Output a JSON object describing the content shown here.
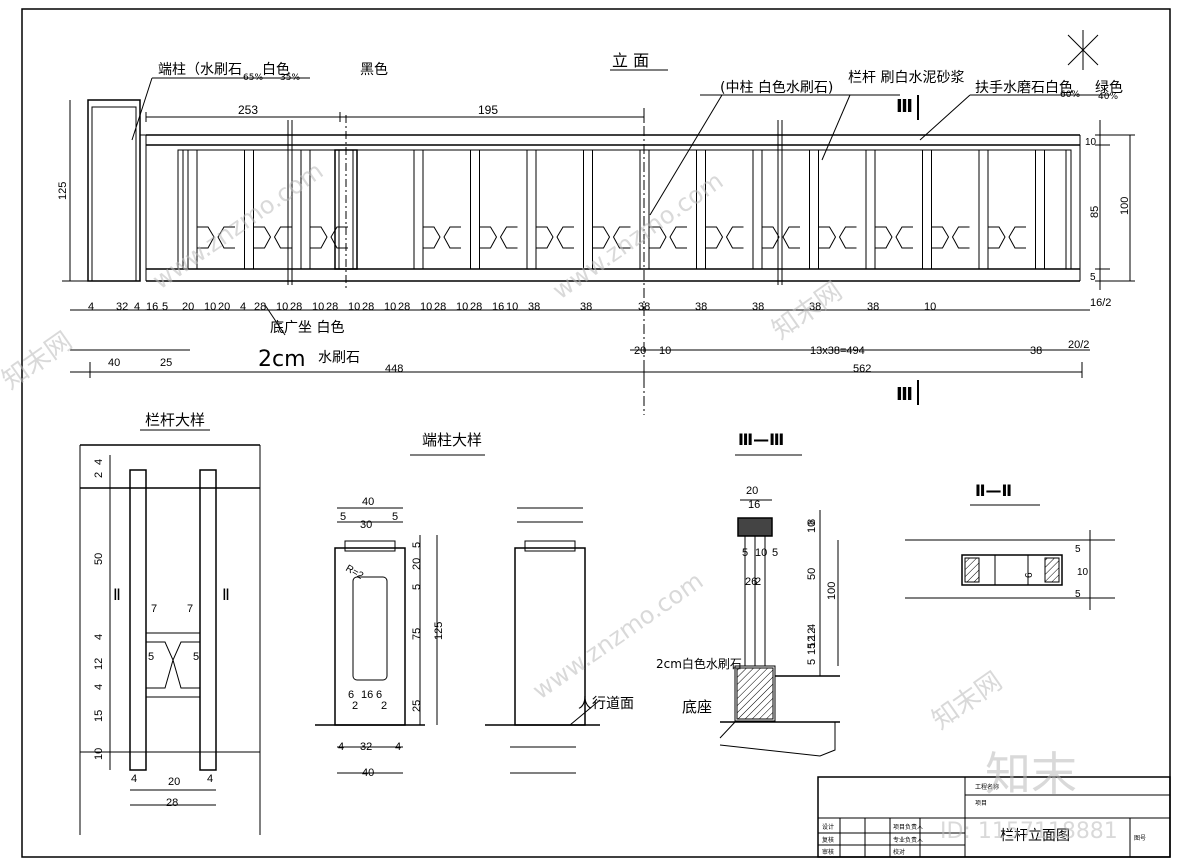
{
  "elevation": {
    "title": "立 面",
    "end_post_label": "端柱（水刷石",
    "end_post_pct1": "65%",
    "end_post_white": "白色",
    "end_post_pct2": "35%",
    "black": "黑色",
    "mid_post_label": "(中柱 白色水刷石)",
    "rail_label": "栏杆 刷白水泥砂浆",
    "handrail_label": "扶手水磨石白色",
    "handrail_pct1": "60%",
    "green": "绿色",
    "handrail_pct2": "40%",
    "section_mark": "Ⅲ",
    "base_label1": "底广坐 白色",
    "base_label2": "2cm",
    "base_label3": "水刷石",
    "dim_253": "253",
    "dim_195": "195",
    "dim_125": "125",
    "dim_10": "10",
    "dim_85": "85",
    "dim_5": "5",
    "dim_100": "100",
    "dim_2": "2",
    "dim_16_2": "16/2",
    "dim_20_2": "20/2",
    "dim_13x38": "13x38=494",
    "dim_38": "38",
    "dim_20": "20",
    "dim_40": "40",
    "dim_25": "25",
    "dim_448": "448",
    "dim_562": "562",
    "dim_row": [
      "4",
      "32",
      "4",
      "16",
      "5",
      "20",
      "10",
      "20",
      "4",
      "28",
      "10",
      "28",
      "10",
      "28",
      "10",
      "28",
      "10",
      "28",
      "10",
      "28",
      "10",
      "28",
      "16",
      "10",
      "38",
      "38",
      "38",
      "38",
      "38",
      "38",
      "38",
      "10"
    ]
  },
  "baluster_detail": {
    "title": "栏杆大样",
    "dims": [
      "4",
      "2",
      "50",
      "4",
      "12",
      "4",
      "15",
      "10",
      "7",
      "7",
      "5",
      "5",
      "4",
      "20",
      "4",
      "28"
    ],
    "section": "Ⅱ"
  },
  "post_detail": {
    "title": "端柱大样",
    "dims_top": [
      "40",
      "5",
      "30",
      "5"
    ],
    "dims_right": [
      "5",
      "20",
      "5",
      "75",
      "125",
      "25"
    ],
    "dims_inner": [
      "6",
      "16",
      "6",
      "2",
      "2"
    ],
    "radius": "R=2",
    "dims_bottom": [
      "4",
      "32",
      "4",
      "40"
    ],
    "sidewalk": "人行道面"
  },
  "section_3": {
    "title": "Ⅲ—Ⅲ",
    "dims": [
      "20",
      "16",
      "8",
      "10",
      "5",
      "10",
      "5",
      "26",
      "2",
      "50",
      "100",
      "12",
      "4",
      "5",
      "15",
      "12"
    ],
    "mortar": "2cm白色水刷石",
    "base": "底座"
  },
  "section_2": {
    "title": "Ⅱ—Ⅱ",
    "dims": [
      "5",
      "10",
      "5",
      "6"
    ]
  },
  "title_block": {
    "project": "工程名称",
    "item": "项目",
    "drawing": "栏杆立面图",
    "r1": "设计",
    "r2": "复核",
    "r3": "审核",
    "r4": "项目负责人",
    "r5": "专业负责人",
    "r6": "校对",
    "r7": "图号"
  },
  "watermark": {
    "logo": "知末",
    "id": "ID: 1157118881",
    "site": "www.znzmo.com",
    "cn": "知末网"
  }
}
